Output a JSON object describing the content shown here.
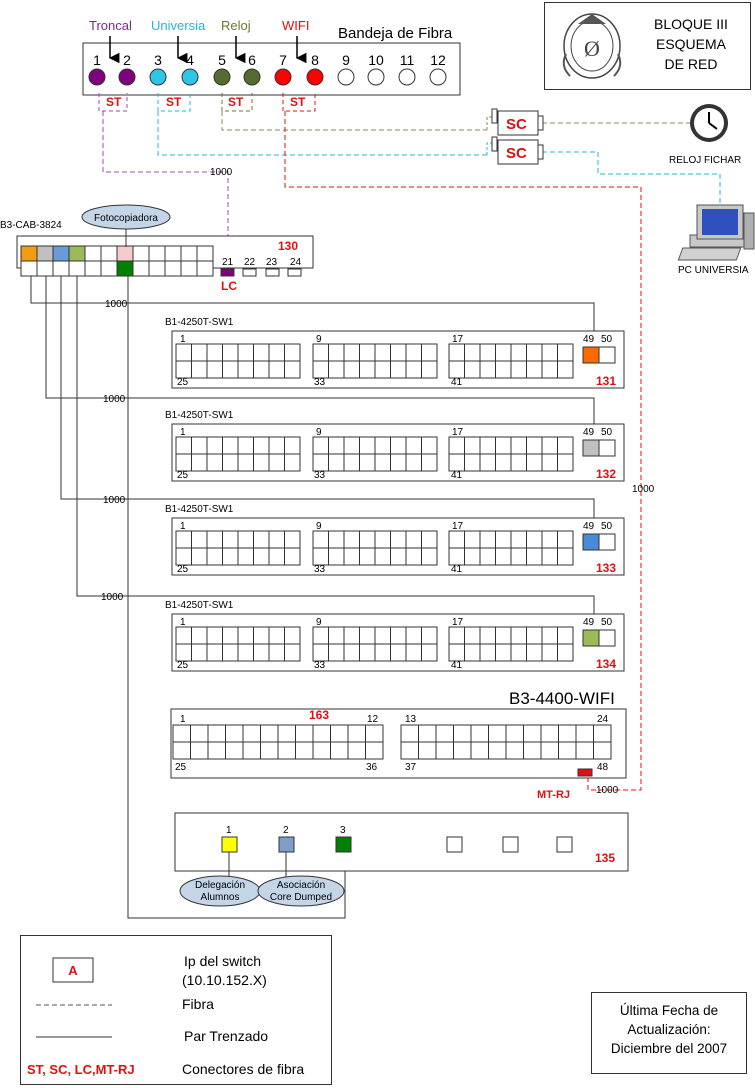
{
  "title": {
    "line1": "BLOQUE III",
    "line2": "ESQUEMA",
    "line3": "DE  RED"
  },
  "fiber_tray": {
    "label": "Bandeja de Fibra",
    "ports": [
      "1",
      "2",
      "3",
      "4",
      "5",
      "6",
      "7",
      "8",
      "9",
      "10",
      "11",
      "12"
    ],
    "port_colors": [
      "#800080",
      "#800080",
      "#2ec6e8",
      "#2ec6e8",
      "#556b2f",
      "#556b2f",
      "#ff0000",
      "#ff0000",
      "#ffffff",
      "#ffffff",
      "#ffffff",
      "#ffffff"
    ],
    "groups": [
      {
        "name": "Troncal",
        "color": "#7b2a8a"
      },
      {
        "name": "Universia",
        "color": "#20b8d8"
      },
      {
        "name": "Reloj",
        "color": "#6b7a2a"
      },
      {
        "name": "WIFI",
        "color": "#e01010"
      }
    ],
    "connector_label": "ST"
  },
  "sc_connector_label": "SC",
  "devices": {
    "clock": "RELOJ FICHAR",
    "pc": "PC UNIVERSIA",
    "photocopier": "Fotocopiadora"
  },
  "link_speed": "1000",
  "cab": {
    "name": "B3-CAB-3824",
    "ip": "130",
    "ports": [
      "21",
      "22",
      "23",
      "24"
    ],
    "connector": "LC"
  },
  "switches": [
    {
      "name": "B1-4250T-SW1",
      "ip": "131",
      "uplink_color": "#ff6a00"
    },
    {
      "name": "B1-4250T-SW1",
      "ip": "132",
      "uplink_color": "#c0c0c0"
    },
    {
      "name": "B1-4250T-SW1",
      "ip": "133",
      "uplink_color": "#4a8ad8"
    },
    {
      "name": "B1-4250T-SW1",
      "ip": "134",
      "uplink_color": "#9bbb59"
    }
  ],
  "switch_port_labels": {
    "a": "1",
    "b": "9",
    "c": "17",
    "d": "49",
    "e": "50",
    "f": "25",
    "g": "33",
    "h": "41"
  },
  "wifi_switch": {
    "name": "B3-4400-WIFI",
    "ip": "163",
    "labels": {
      "p1": "1",
      "p12": "12",
      "p13": "13",
      "p24": "24",
      "p25": "25",
      "p36": "36",
      "p37": "37",
      "p48": "48"
    },
    "connector": "MT-RJ"
  },
  "switch_135": {
    "ip": "135",
    "ports": [
      {
        "label": "1",
        "color": "#ffff00"
      },
      {
        "label": "2",
        "color": "#7f9ec8"
      },
      {
        "label": "3",
        "color": "#008000"
      }
    ],
    "bubbles": [
      {
        "line1": "Delegación",
        "line2": "Alumnos"
      },
      {
        "line1": "Asociación",
        "line2": "Core Dumped"
      }
    ]
  },
  "legend": {
    "sample": "A",
    "ip_line1": "Ip del switch",
    "ip_line2": "(10.10.152.X)",
    "fiber": "Fibra",
    "twisted": "Par Trenzado",
    "connectors_key": "ST, SC, LC,MT-RJ",
    "connectors_label": "Conectores de fibra"
  },
  "footer": {
    "line1": "Última Fecha de",
    "line2": "Actualización:",
    "line3": "Diciembre del 2007"
  }
}
